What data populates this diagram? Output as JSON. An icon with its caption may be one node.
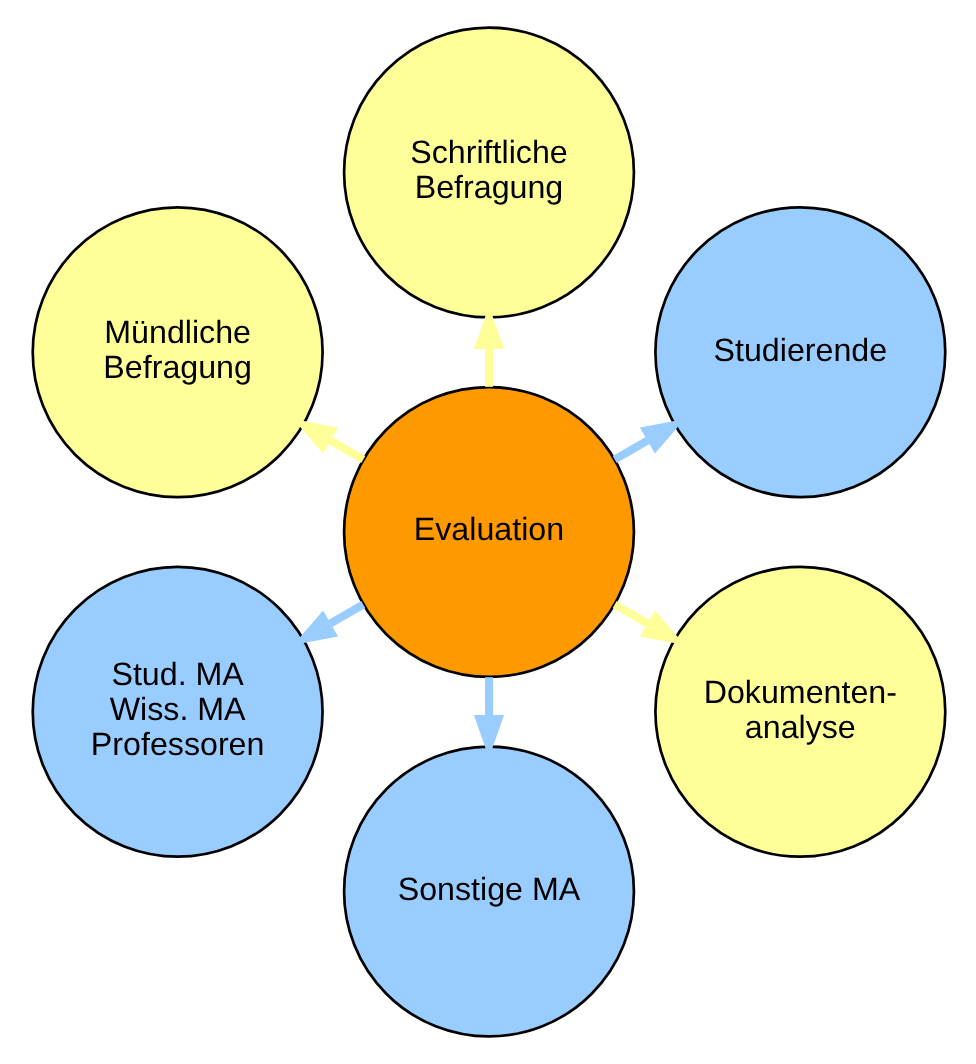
{
  "diagram": {
    "nodes": [
      {
        "text": [
          "Studierende"
        ]
      },
      {
        "text": [
          "Schriftliche Befragung"
        ]
      },
      {
        "text": [
          "Mündliche Befragung"
        ]
      },
      {
        "text": [
          "Evaluation"
        ]
      },
      {
        "text": [
          "Stud. MA Wiss. MA Professoren"
        ]
      },
      {
        "text": [
          "Sonstige MA"
        ]
      },
      {
        "text": [
          "Dokumenten- analyse"
        ]
      }
    ],
    "edges": [
      {
        "from": 3,
        "to": 0,
        "arrow": "to",
        "color": "#99ccff"
      },
      {
        "from": 3,
        "to": 1,
        "arrow": "to",
        "color": "#ffff99"
      },
      {
        "from": 3,
        "to": 2,
        "arrow": "to",
        "color": "#ffff99"
      },
      {
        "from": 3,
        "to": 4,
        "arrow": "to",
        "color": "#99ccff"
      },
      {
        "from": 3,
        "to": 5,
        "arrow": "to",
        "color": "#99ccff"
      },
      {
        "from": 3,
        "to": 6,
        "arrow": "to",
        "color": "#ffff99"
      }
    ]
  }
}
